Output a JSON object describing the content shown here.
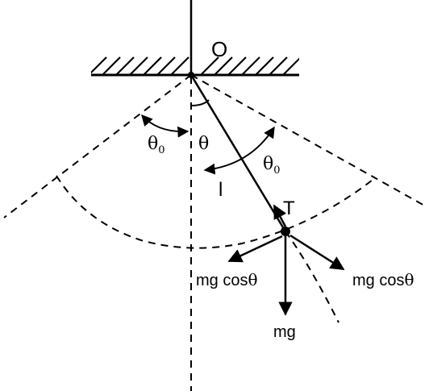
{
  "labels": {
    "pivot": "O",
    "theta": "θ",
    "theta0": "θ",
    "theta0_sub": "0",
    "arc_label": "l",
    "tension": "T",
    "weight": "mg",
    "mg_cos": "mg cos",
    "theta_sym": "θ"
  },
  "colors": {
    "stroke": "#000000",
    "background": "#ffffff"
  }
}
